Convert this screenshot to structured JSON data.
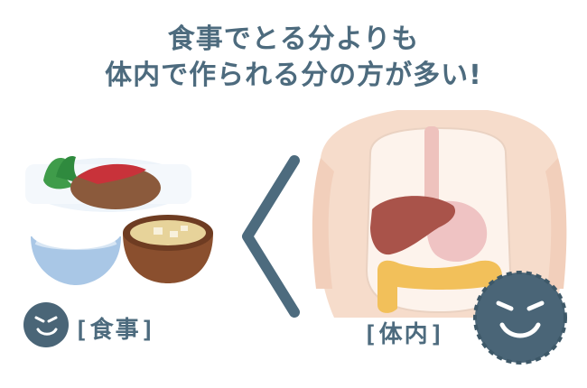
{
  "headline": {
    "line1": "食事でとる分よりも",
    "line2": "体内で作られる分の方が多い!"
  },
  "labels": {
    "meal": "[食事]",
    "body": "[体内]"
  },
  "colors": {
    "text": "#4d6b7e",
    "comparison_sign": "#4d6b7e",
    "character": "#4a6577",
    "skin": "#f6dccb",
    "liver": "#a9534a",
    "intestine": "#f2c05a",
    "hamburger": "#8b5a3c",
    "miso_bowl": "#8a4f2e",
    "rice_bowl": "#a9c7e6"
  },
  "icons": {
    "comparison": "less-than-sign",
    "small_character": "smiling-ball-character-icon",
    "large_character": "smiling-ball-character-icon"
  }
}
